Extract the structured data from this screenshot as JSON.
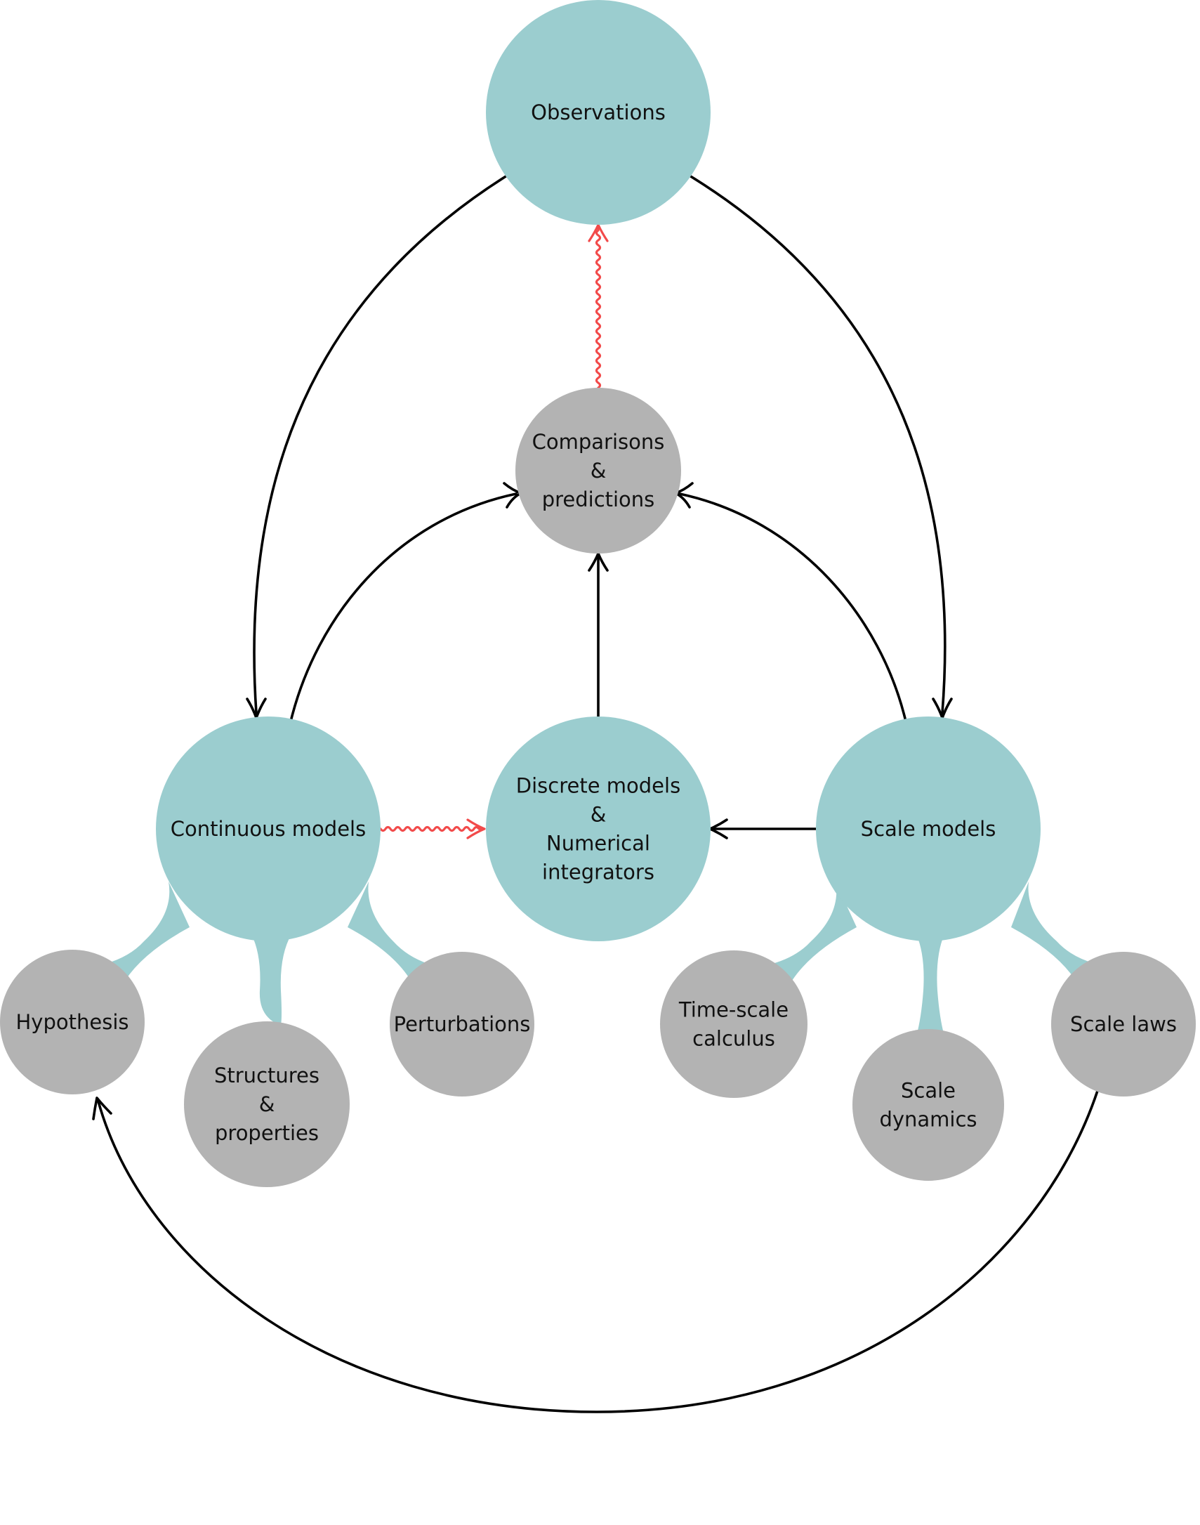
{
  "colors": {
    "primary_node": "#9bcdcf",
    "secondary_node": "#b3b3b3",
    "edge": "#000000",
    "red_edge": "#f24a4a"
  },
  "nodes": {
    "observations": {
      "lines": [
        "Observations"
      ]
    },
    "comparisons": {
      "lines": [
        "Comparisons",
        "&",
        "predictions"
      ]
    },
    "continuous": {
      "lines": [
        "Continuous models"
      ]
    },
    "discrete": {
      "lines": [
        "Discrete models",
        "&",
        "Numerical",
        "integrators"
      ]
    },
    "scale": {
      "lines": [
        "Scale models"
      ]
    },
    "hypothesis": {
      "lines": [
        "Hypothesis"
      ]
    },
    "structures": {
      "lines": [
        "Structures",
        "&",
        "properties"
      ]
    },
    "perturbations": {
      "lines": [
        "Perturbations"
      ]
    },
    "timescale": {
      "lines": [
        "Time-scale",
        "calculus"
      ]
    },
    "scale_dynamics": {
      "lines": [
        "Scale",
        "dynamics"
      ]
    },
    "scale_laws": {
      "lines": [
        "Scale laws"
      ]
    }
  }
}
